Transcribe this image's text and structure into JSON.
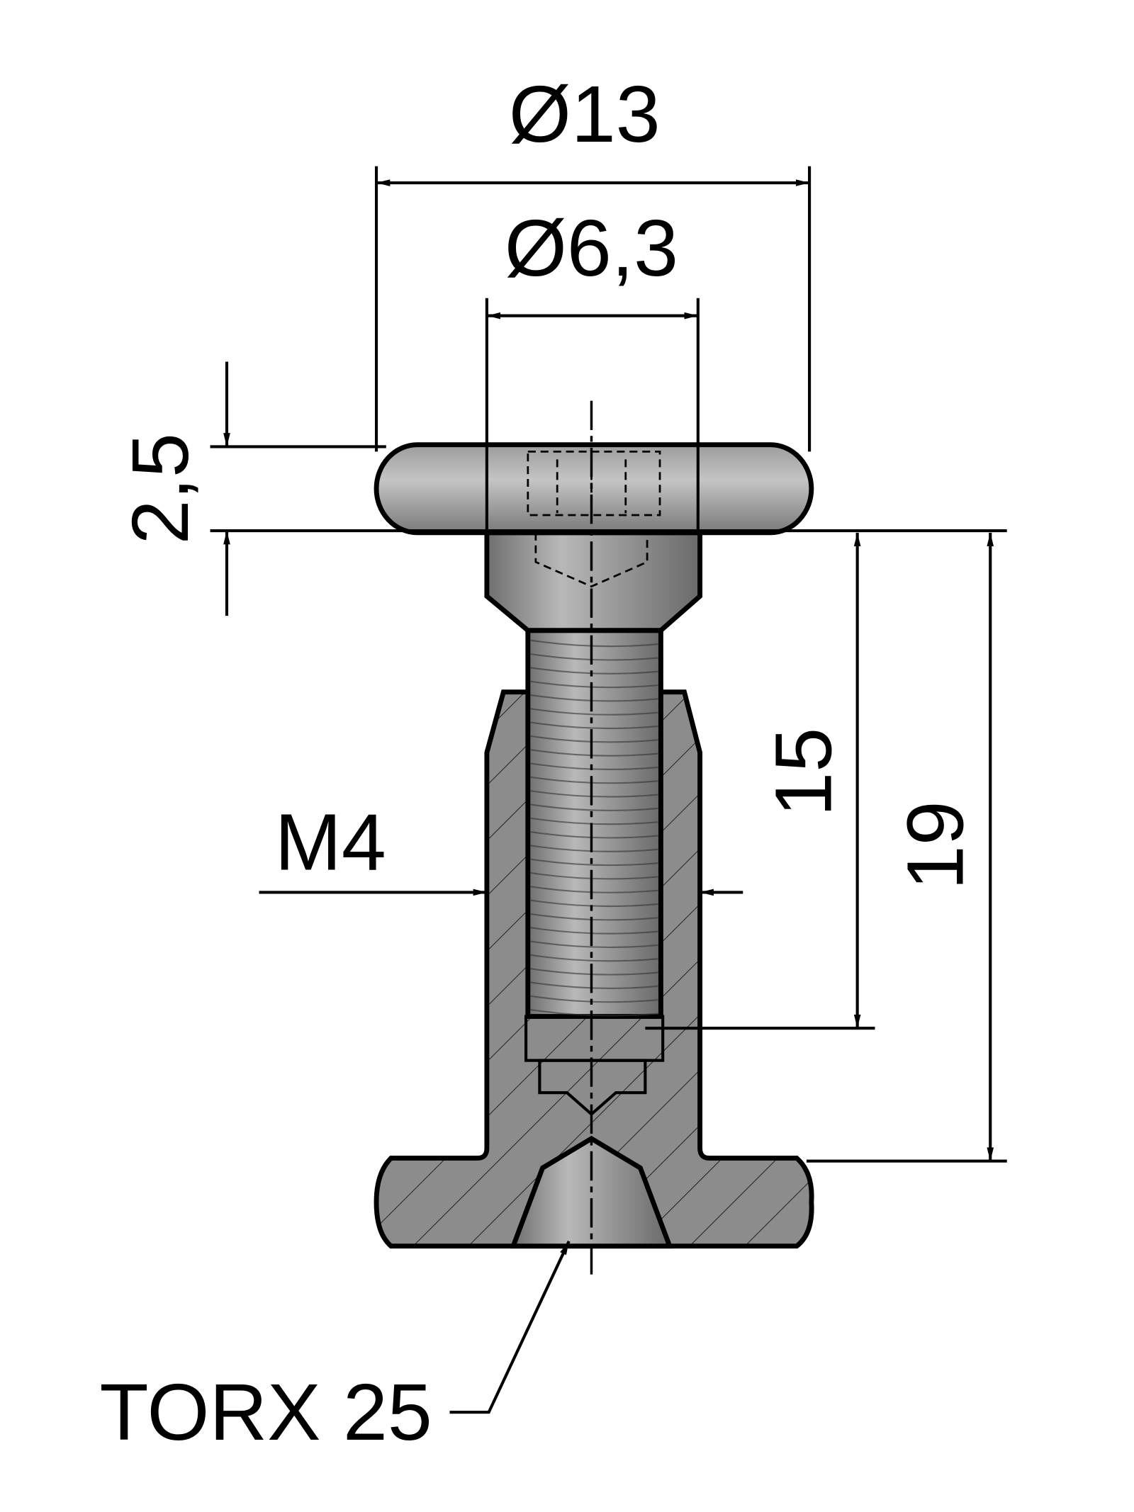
{
  "title": "Screw connector technical drawing",
  "dimensions": {
    "head_diameter": "Ø13",
    "neck_diameter": "Ø6,3",
    "head_height": "2,5",
    "thread_length": "15",
    "total_length": "19",
    "thread_size": "M4",
    "drive": "TORX 25"
  },
  "colors": {
    "part_fill": "#8a8a8a",
    "part_light": "#bdbdbd",
    "line": "#000000"
  }
}
